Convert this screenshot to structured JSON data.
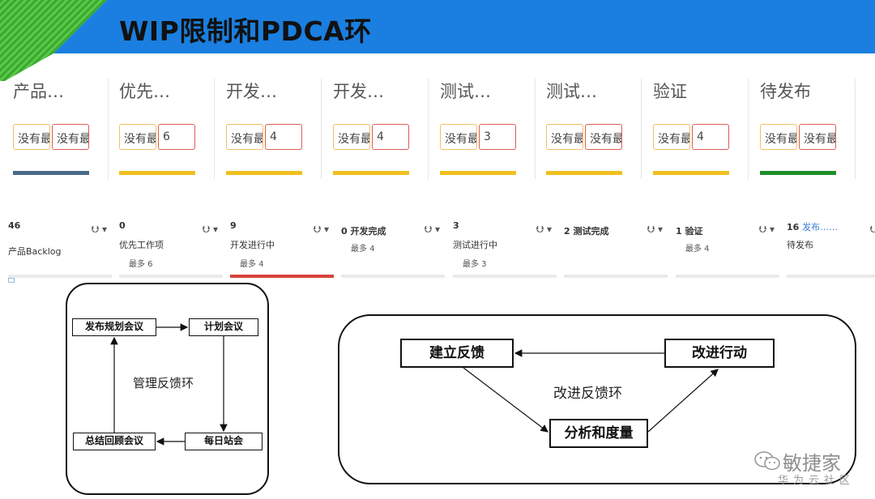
{
  "title": "WIP限制和PDCA环",
  "colors": {
    "banner": "#1a7fe0",
    "green": "#4bc13a",
    "blue_bar": "#4a6a8a",
    "yellow_bar": "#f0c020",
    "green_bar": "#1f8f2a",
    "red_underline": "#d9443a"
  },
  "kanban_columns": [
    {
      "title": "产品…",
      "input_a": "没有最",
      "input_b": "没有最",
      "bar": "blue"
    },
    {
      "title": "优先…",
      "input_a": "没有最",
      "input_b": "6",
      "bar": "yellow"
    },
    {
      "title": "开发…",
      "input_a": "没有最",
      "input_b": "4",
      "bar": "yellow"
    },
    {
      "title": "开发…",
      "input_a": "没有最",
      "input_b": "4",
      "bar": "yellow"
    },
    {
      "title": "测试…",
      "input_a": "没有最",
      "input_b": "3",
      "bar": "yellow"
    },
    {
      "title": "测试…",
      "input_a": "没有最",
      "input_b": "没有最",
      "bar": "yellow"
    },
    {
      "title": "验证",
      "input_a": "没有最",
      "input_b": "4",
      "bar": "yellow"
    },
    {
      "title": "待发布",
      "input_a": "没有最",
      "input_b": "没有最",
      "bar": "green"
    }
  ],
  "board_headers": [
    {
      "count": "46",
      "name": "产品Backlog",
      "limit": ""
    },
    {
      "count": "0",
      "name": "优先工作项",
      "limit": "最多 6"
    },
    {
      "count": "9",
      "name": "开发进行中",
      "limit": "最多 4"
    },
    {
      "count": "0 开发完成",
      "name": "",
      "limit": "最多 4"
    },
    {
      "count": "3",
      "name": "测试进行中",
      "limit": "最多 3"
    },
    {
      "count": "2 测试完成",
      "name": "",
      "limit": ""
    },
    {
      "count": "1 验证",
      "name": "",
      "limit": "最多 4"
    },
    {
      "count": "16",
      "link": "发布……",
      "name": "待发布",
      "limit": ""
    }
  ],
  "header_menu_glyph": "⮋ ▾",
  "diagram1": {
    "label": "管理反馈环",
    "nodes": {
      "release_planning": "发布规划会议",
      "planning": "计划会议",
      "daily_standup": "每日站会",
      "retrospective": "总结回顾会议"
    }
  },
  "diagram2": {
    "label": "改进反馈环",
    "nodes": {
      "build_feedback": "建立反馈",
      "improve_action": "改进行动",
      "analyze_measure": "分析和度量"
    }
  },
  "watermark": {
    "main": "敏捷家",
    "sub": "华为云社区"
  }
}
